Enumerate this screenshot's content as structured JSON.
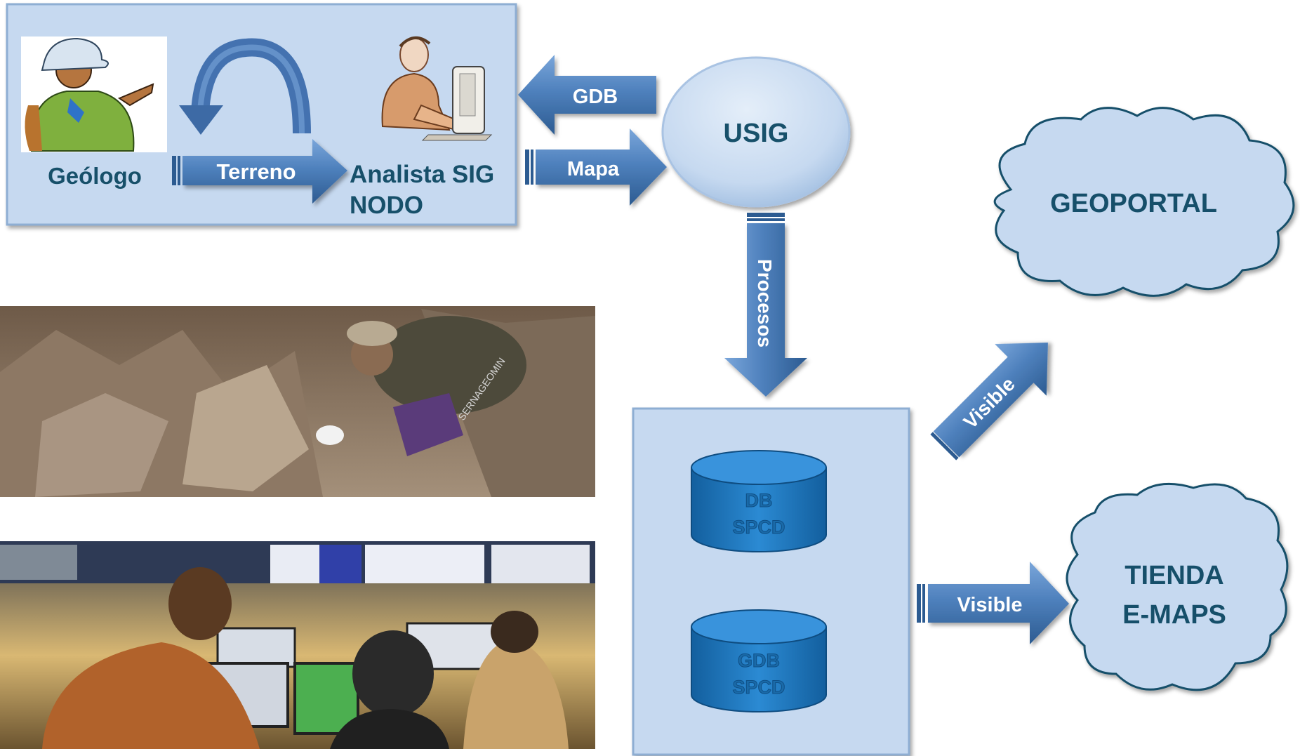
{
  "panel_top": {
    "geologo_label": "Geólogo",
    "analista_line1": "Analista SIG",
    "analista_line2": "NODO",
    "terreno_label": "Terreno"
  },
  "arrows": {
    "gdb": "GDB",
    "mapa": "Mapa",
    "procesos": "Procesos",
    "visible_up": "Visible",
    "visible_right": "Visible"
  },
  "usig_label": "USIG",
  "databases": [
    {
      "line1": "DB",
      "line2": "SPCD"
    },
    {
      "line1": "GDB",
      "line2": "SPCD"
    }
  ],
  "clouds": {
    "geoportal": "GEOPORTAL",
    "tienda_line1": "TIENDA",
    "tienda_line2": "E-MAPS"
  },
  "photos": {
    "field": "SERNAGEOMIN"
  },
  "colors": {
    "arrow_fill": "#4f81bd",
    "arrow_dark": "#2c5b91",
    "panel_fill": "#c6d9f0",
    "panel_border": "#8eaed3",
    "text_dark": "#17506a",
    "db_fill": "#1f7ac4",
    "db_top": "#2b88d0"
  }
}
